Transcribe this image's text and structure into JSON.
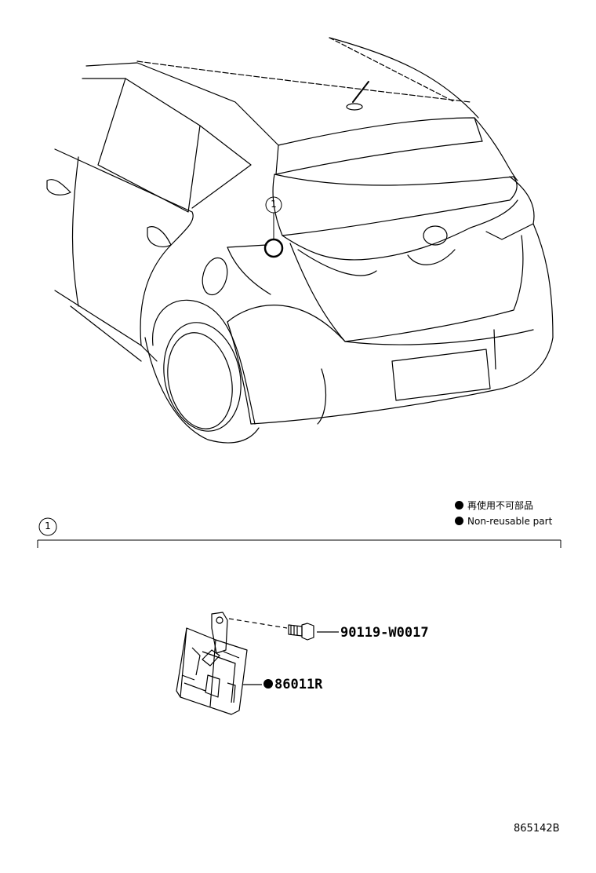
{
  "legend": {
    "japanese": "再使用不可部品",
    "english": "Non-reusable part"
  },
  "callouts": {
    "top_reference": "1",
    "section_reference": "1"
  },
  "parts": {
    "bolt": {
      "number": "90119-W0017",
      "non_reusable": false
    },
    "unit": {
      "number": "86011R",
      "non_reusable": true
    }
  },
  "illustration_number": "865142B"
}
